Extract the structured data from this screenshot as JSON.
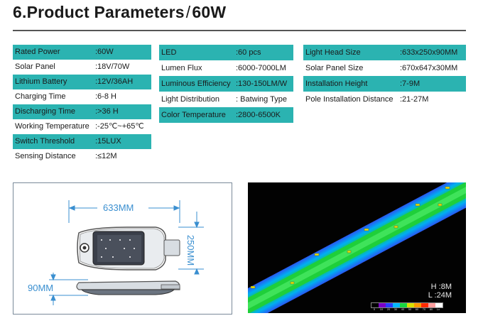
{
  "title": {
    "main": "6.Product Parameters",
    "slash": "/",
    "model": "60W"
  },
  "table_left": [
    {
      "label": "Rated Power",
      "value": ":60W",
      "teal": true
    },
    {
      "label": "Solar Panel",
      "value": ":18V/70W",
      "teal": false
    },
    {
      "label": "Lithium Battery",
      "value": ":12V/36AH",
      "teal": true
    },
    {
      "label": "Charging Time",
      "value": ":6-8 H",
      "teal": false
    },
    {
      "label": "Discharging Time",
      "value": ":>36 H",
      "teal": true
    },
    {
      "label": "Working Temperature",
      "value": ":-25℃~+65℃",
      "teal": false
    },
    {
      "label": "Switch Threshold",
      "value": ":15LUX",
      "teal": true
    },
    {
      "label": "Sensing Distance",
      "value": ":≤12M",
      "teal": false
    }
  ],
  "table_middle": [
    {
      "label": "LED",
      "value": ":60  pcs",
      "teal": true
    },
    {
      "label": "Lumen Flux",
      "value": ":6000-7000LM",
      "teal": false
    },
    {
      "label": "Luminous Efficiency",
      "value": ":130-150LM/W",
      "teal": true
    },
    {
      "label": "Light Distribution",
      "value": ": Batwing Type",
      "teal": false
    },
    {
      "label": "Color Temperature",
      "value": ":2800-6500K",
      "teal": true
    }
  ],
  "table_right": [
    {
      "label": "Light Head Size",
      "value": ":633x250x90MM",
      "teal": true
    },
    {
      "label": "Solar Panel Size",
      "value": ":670x647x30MM",
      "teal": false
    },
    {
      "label": "Installation Height",
      "value": ":7-9M",
      "teal": true
    },
    {
      "label": "Pole Installation Distance",
      "value": ":21-27M",
      "teal": false
    }
  ],
  "drawing": {
    "length": "633MM",
    "width": "250MM",
    "height": "90MM"
  },
  "light_sim": {
    "height_label": "H :8M",
    "distance_label": "L :24M",
    "scale_labels": [
      "0",
      "10",
      "20",
      "30",
      "40",
      "50",
      "60",
      "70",
      "80",
      "Lx"
    ],
    "scale_colors": [
      "#000000",
      "#7b00c8",
      "#2b3cff",
      "#00b8ff",
      "#17d640",
      "#d8e000",
      "#ff9900",
      "#ff2a00",
      "#ff9f9f",
      "#ffffff"
    ]
  }
}
